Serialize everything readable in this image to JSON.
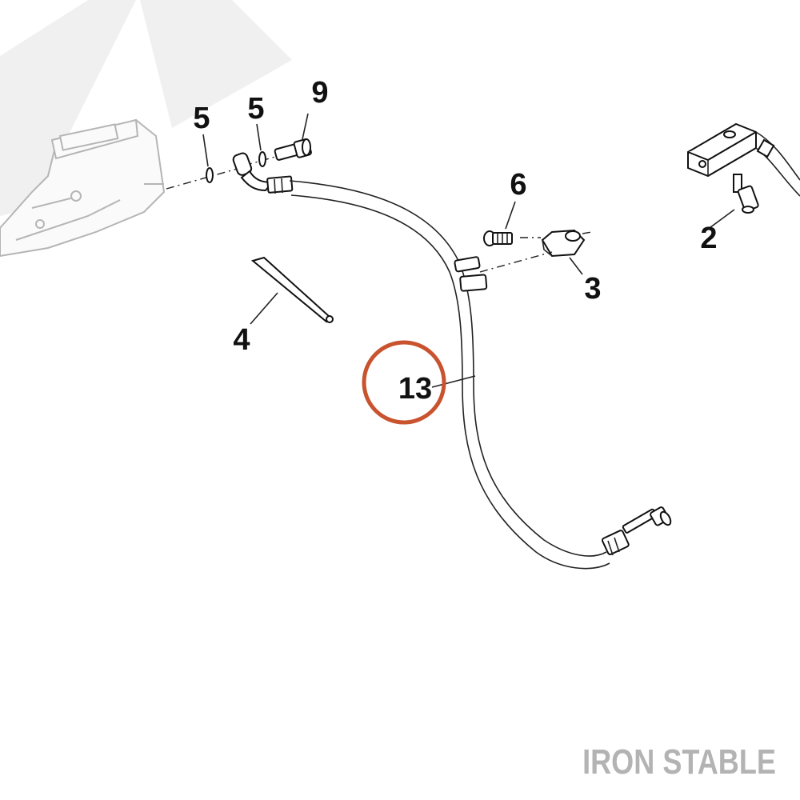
{
  "callouts": {
    "c5a": "5",
    "c5b": "5",
    "c9": "9",
    "c6": "6",
    "c2": "2",
    "c3": "3",
    "c4": "4",
    "c13": "13"
  },
  "highlight": {
    "item": "13",
    "color": "#c8532e"
  },
  "watermark": "IRON STABLE",
  "colors": {
    "ink": "#111111",
    "ghost": "#b5b5b5",
    "watermark": "#b3b3b3"
  }
}
